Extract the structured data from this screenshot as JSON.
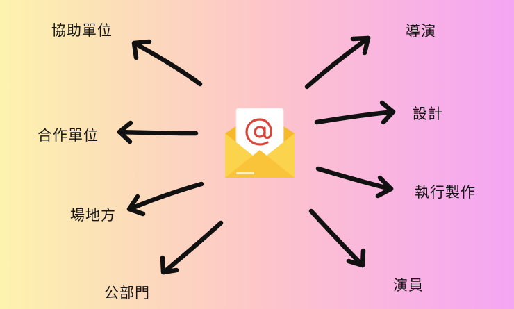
{
  "center": {
    "icon": "email-envelope-icon",
    "symbol": "@"
  },
  "colors": {
    "arrow": "#111111",
    "envelope": "#f9c43a",
    "envelope_flap": "#fbd955",
    "at_symbol": "#d8453b"
  },
  "left_nodes": [
    {
      "label": "協助單位"
    },
    {
      "label": "合作單位"
    },
    {
      "label": "場地方"
    },
    {
      "label": "公部門"
    }
  ],
  "right_nodes": [
    {
      "label": "導演"
    },
    {
      "label": "設計"
    },
    {
      "label": "執行製作"
    },
    {
      "label": "演員"
    }
  ]
}
